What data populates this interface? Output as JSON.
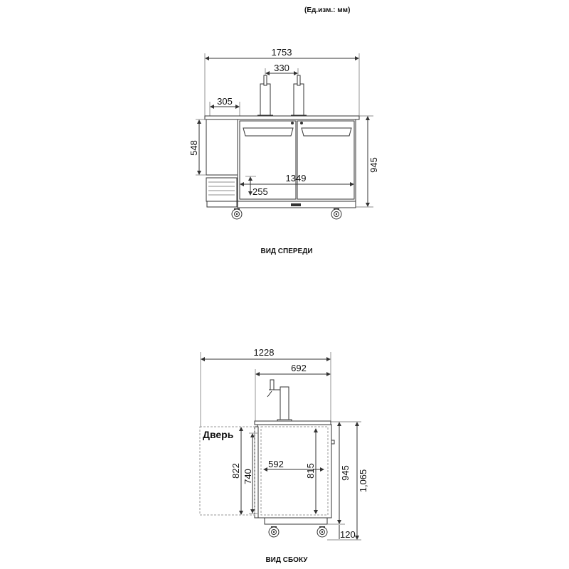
{
  "units_note": "(Ед.изм.: мм)",
  "front_view": {
    "caption": "ВИД СПЕРЕДИ",
    "dims": {
      "overall_width": "1753",
      "tap_spacing": "330",
      "compressor_width": "305",
      "compressor_height": "548",
      "door_width": "1349",
      "base_height": "255",
      "height": "945"
    }
  },
  "side_view": {
    "caption": "ВИД СБОКУ",
    "door_label": "Дверь",
    "dims": {
      "depth_open": "1228",
      "tap_depth": "692",
      "door_height": "822",
      "door_inner": "740",
      "inner_depth": "592",
      "inner_height": "815",
      "height": "945",
      "total_height": "1,065",
      "caster_height": "120"
    }
  }
}
